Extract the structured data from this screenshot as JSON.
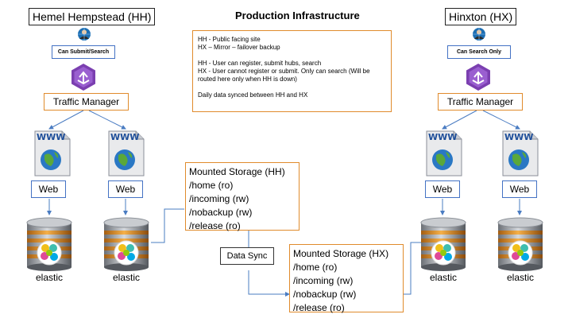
{
  "title": "Production Infrastructure",
  "sites": {
    "hh": {
      "name": "Hemel Hempstead (HH)",
      "badge": "Can Submit/Search",
      "traffic_manager": "Traffic Manager",
      "web_labels": [
        "Web",
        "Web"
      ],
      "elastic_labels": [
        "elastic",
        "elastic"
      ],
      "www_labels": [
        "WWW",
        "WWW"
      ]
    },
    "hx": {
      "name": "Hinxton (HX)",
      "badge": "Can Search Only",
      "traffic_manager": "Traffic Manager",
      "web_labels": [
        "Web",
        "Web"
      ],
      "elastic_labels": [
        "elastic",
        "elastic"
      ],
      "www_labels": [
        "WWW",
        "WWW"
      ]
    }
  },
  "notes": [
    "HH - Public facing site",
    "HX – Mirror – failover backup",
    "",
    "HH -  User can register, submit hubs, search",
    "HX  - User cannot register or submit. Only can search (Will be routed here only when HH is down)",
    "",
    "Daily data synced between HH and HX"
  ],
  "storage_hh": {
    "title": "Mounted Storage (HH)",
    "mounts": [
      "/home (ro)",
      "/incoming (rw)",
      "/nobackup (rw)",
      "/release (ro)"
    ]
  },
  "storage_hx": {
    "title": "Mounted Storage (HX)",
    "mounts": [
      "/home (ro)",
      "/incoming (rw)",
      "/nobackup (rw)",
      "/release (ro)"
    ]
  },
  "data_sync": "Data Sync",
  "colors": {
    "orange_border": "#e08b2c",
    "blue_line": "#4a7cc2",
    "traffic_manager_purple": "#7b3fb0"
  },
  "icons": {
    "user": "user-globe-icon",
    "traffic": "traffic-manager-icon",
    "web": "web-page-globe-icon",
    "database": "database-elastic-icon"
  }
}
